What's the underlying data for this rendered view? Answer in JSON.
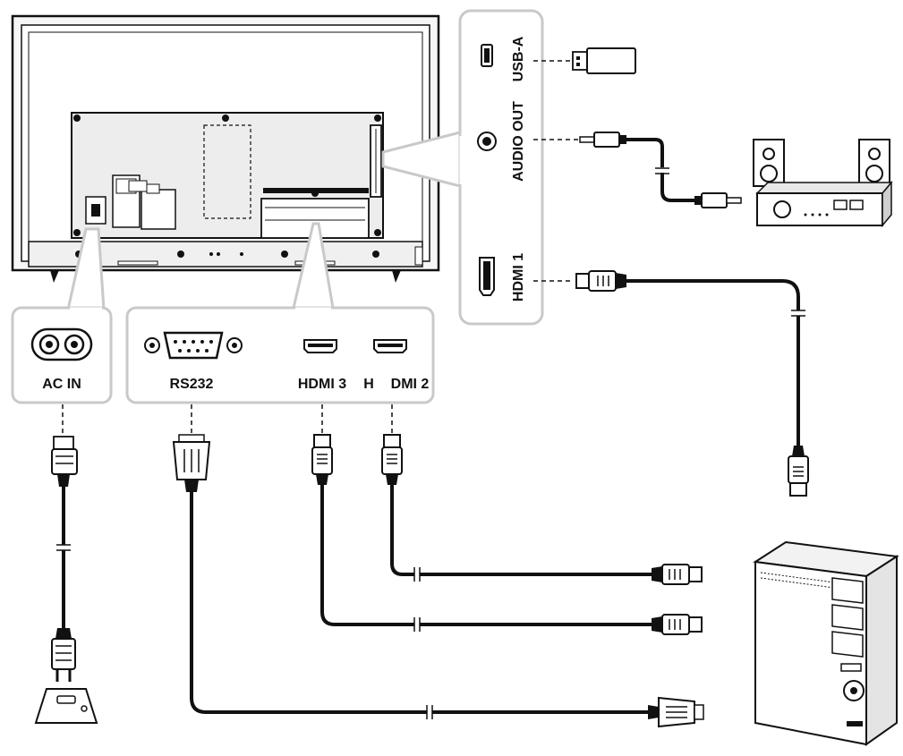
{
  "labels": {
    "usb_a": "USB-A",
    "audio_out": "AUDIO OUT",
    "hdmi1": "HDMI 1",
    "ac_in": "AC IN",
    "rs232": "RS232",
    "hdmi3": "HDMI 3",
    "hdmi2_prefix": "H",
    "hdmi2_rest": "DMI 2"
  },
  "icons": [
    "tv-rear-panel-icon",
    "usb-cable-icon",
    "audio-cable-icon",
    "speaker-system-icon",
    "hdmi-cable-icon",
    "power-cord-icon",
    "wall-outlet-icon",
    "rs232-cable-icon",
    "desktop-pc-icon"
  ],
  "colors": {
    "line": "#111111",
    "callout": "#c9c9c9",
    "panel": "#ededed"
  }
}
